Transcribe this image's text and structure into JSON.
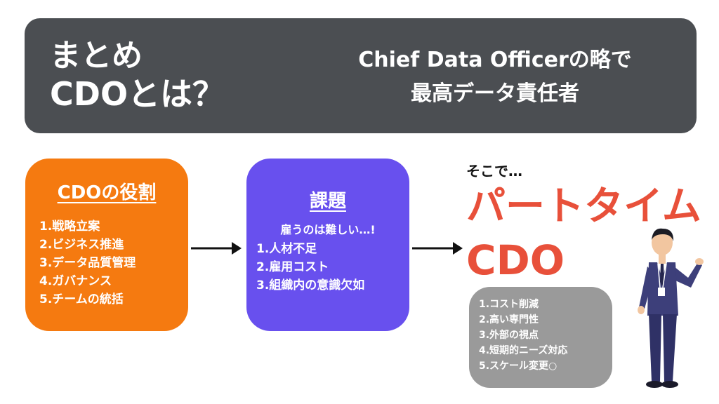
{
  "header": {
    "title_line1": "まとめ",
    "title_line2": "CDOとは？",
    "desc_line1": "Chief Data Officerの略で",
    "desc_line2": "最高データ責任者"
  },
  "role_box": {
    "title": "CDOの役割",
    "items": [
      "1.戦略立案",
      "2.ビジネス推進",
      "3.データ品質管理",
      "4.ガバナンス",
      "5.チームの統括"
    ]
  },
  "issue_box": {
    "title": "課題",
    "note": "雇うのは難しい…!",
    "items": [
      "1.人材不足",
      "2.雇用コスト",
      "3.組織内の意識欠如"
    ]
  },
  "solution": {
    "intro": "そこで…",
    "headline1": "パートタイム",
    "headline2": "CDO"
  },
  "benefit_box": {
    "items": [
      "1.コスト削減",
      "2.高い専門性",
      "3.外部の視点",
      "4.短期的ニーズ対応",
      "5.スケール変更○"
    ]
  },
  "colors": {
    "header_bg": "#4b4e52",
    "role_bg": "#f57a10",
    "issue_bg": "#6850ee",
    "benefit_bg": "#9a9a9a",
    "headline": "#e8503a"
  },
  "icons": [
    "arrow-right-icon",
    "businessman-illustration"
  ]
}
